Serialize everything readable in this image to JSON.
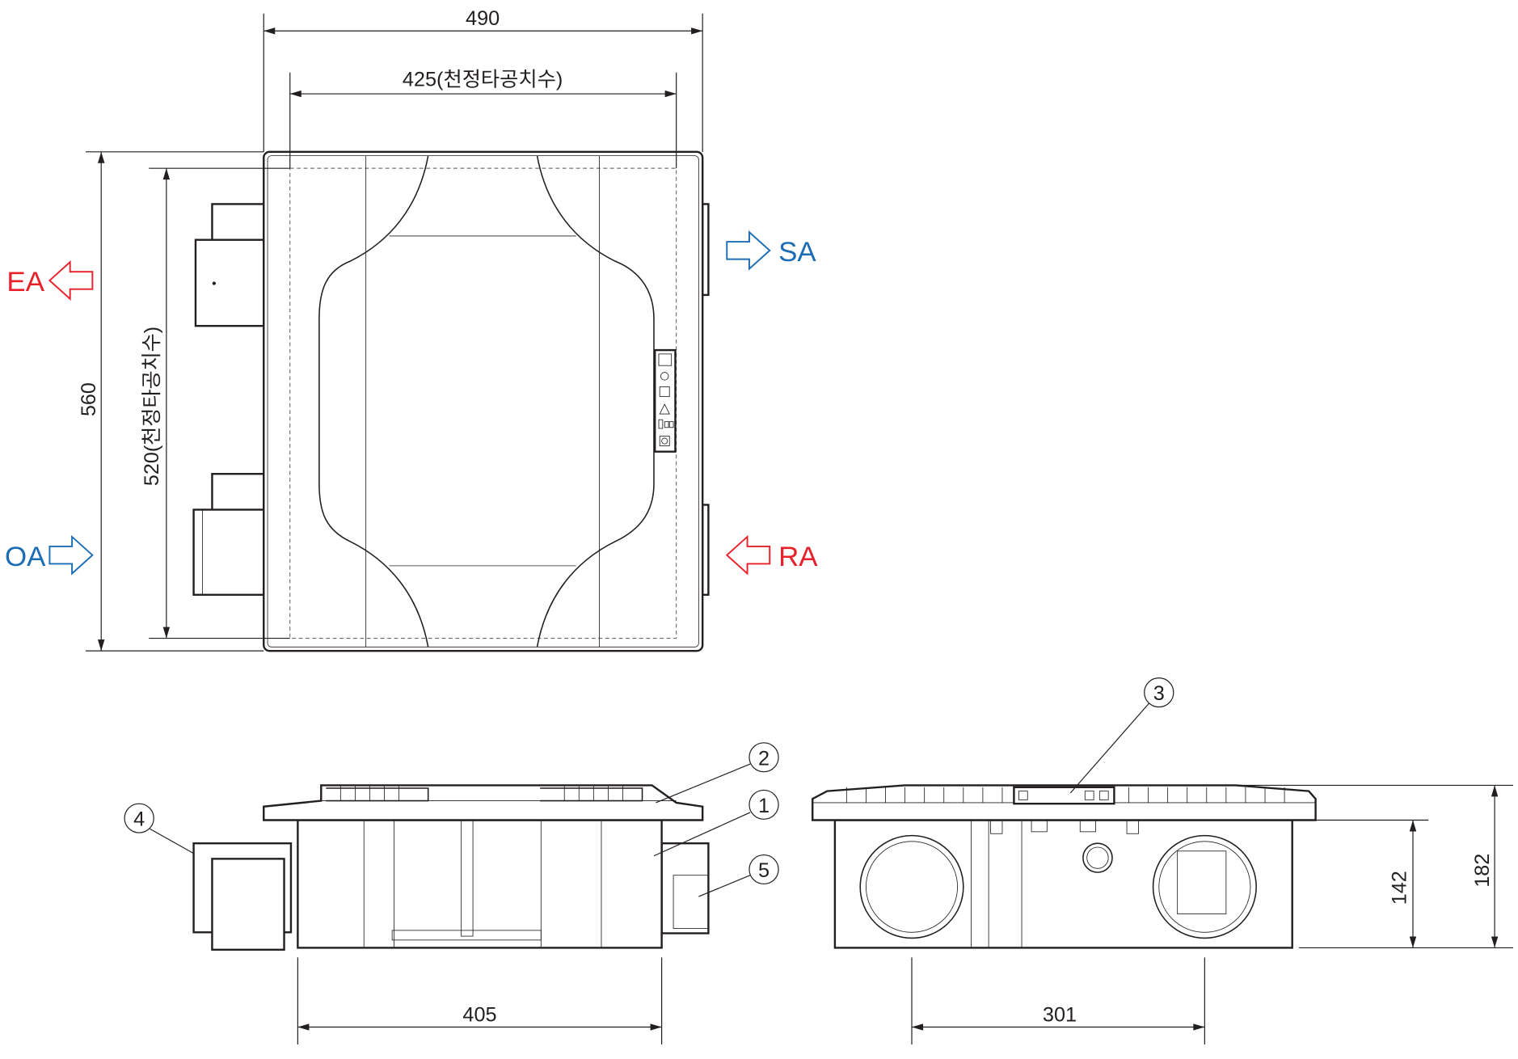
{
  "dimensions": {
    "width_total": "490",
    "width_ceiling": "425(천정타공치수)",
    "depth_total": "560",
    "depth_ceiling": "520(천정타공치수)",
    "side_length": "405",
    "duct_spacing": "301",
    "body_height": "142",
    "total_height": "182"
  },
  "airflow": {
    "ea": {
      "label": "EA",
      "color": "#e8202a"
    },
    "sa": {
      "label": "SA",
      "color": "#1b6db5"
    },
    "oa": {
      "label": "OA",
      "color": "#1b6db5"
    },
    "ra": {
      "label": "RA",
      "color": "#e8202a"
    }
  },
  "callouts": [
    "1",
    "2",
    "3",
    "4",
    "5"
  ]
}
